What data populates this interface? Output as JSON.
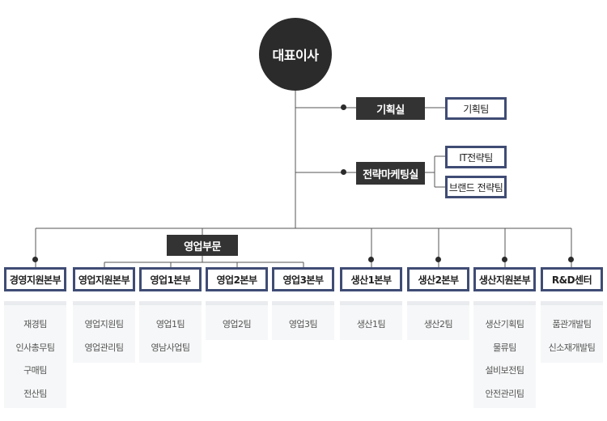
{
  "ceo": "대표이사",
  "planning": {
    "office": "기획실",
    "team": "기획팀"
  },
  "marketing": {
    "office": "전략마케팅실",
    "teams": [
      "IT전략팀",
      "브랜드 전략팀"
    ]
  },
  "sales_division": "영업부문",
  "headquarters": [
    {
      "name": "경영지원본부",
      "teams": [
        "재경팀",
        "인사총무팀",
        "구매팀",
        "전산팀"
      ]
    },
    {
      "name": "영업지원본부",
      "teams": [
        "영업지원팀",
        "영업관리팀"
      ]
    },
    {
      "name": "영업1본부",
      "teams": [
        "영업1팀",
        "영남사업팀"
      ]
    },
    {
      "name": "영업2본부",
      "teams": [
        "영업2팀"
      ]
    },
    {
      "name": "영업3본부",
      "teams": [
        "영업3팀"
      ]
    },
    {
      "name": "생산1본부",
      "teams": [
        "생산1팀"
      ]
    },
    {
      "name": "생산2본부",
      "teams": [
        "생산2팀"
      ]
    },
    {
      "name": "생산지원본부",
      "teams": [
        "생산기획팀",
        "물류팀",
        "설비보전팀",
        "안전관리팀"
      ]
    },
    {
      "name": "R&D센터",
      "teams": [
        "품관개발팀",
        "신소재개발팀"
      ]
    }
  ]
}
